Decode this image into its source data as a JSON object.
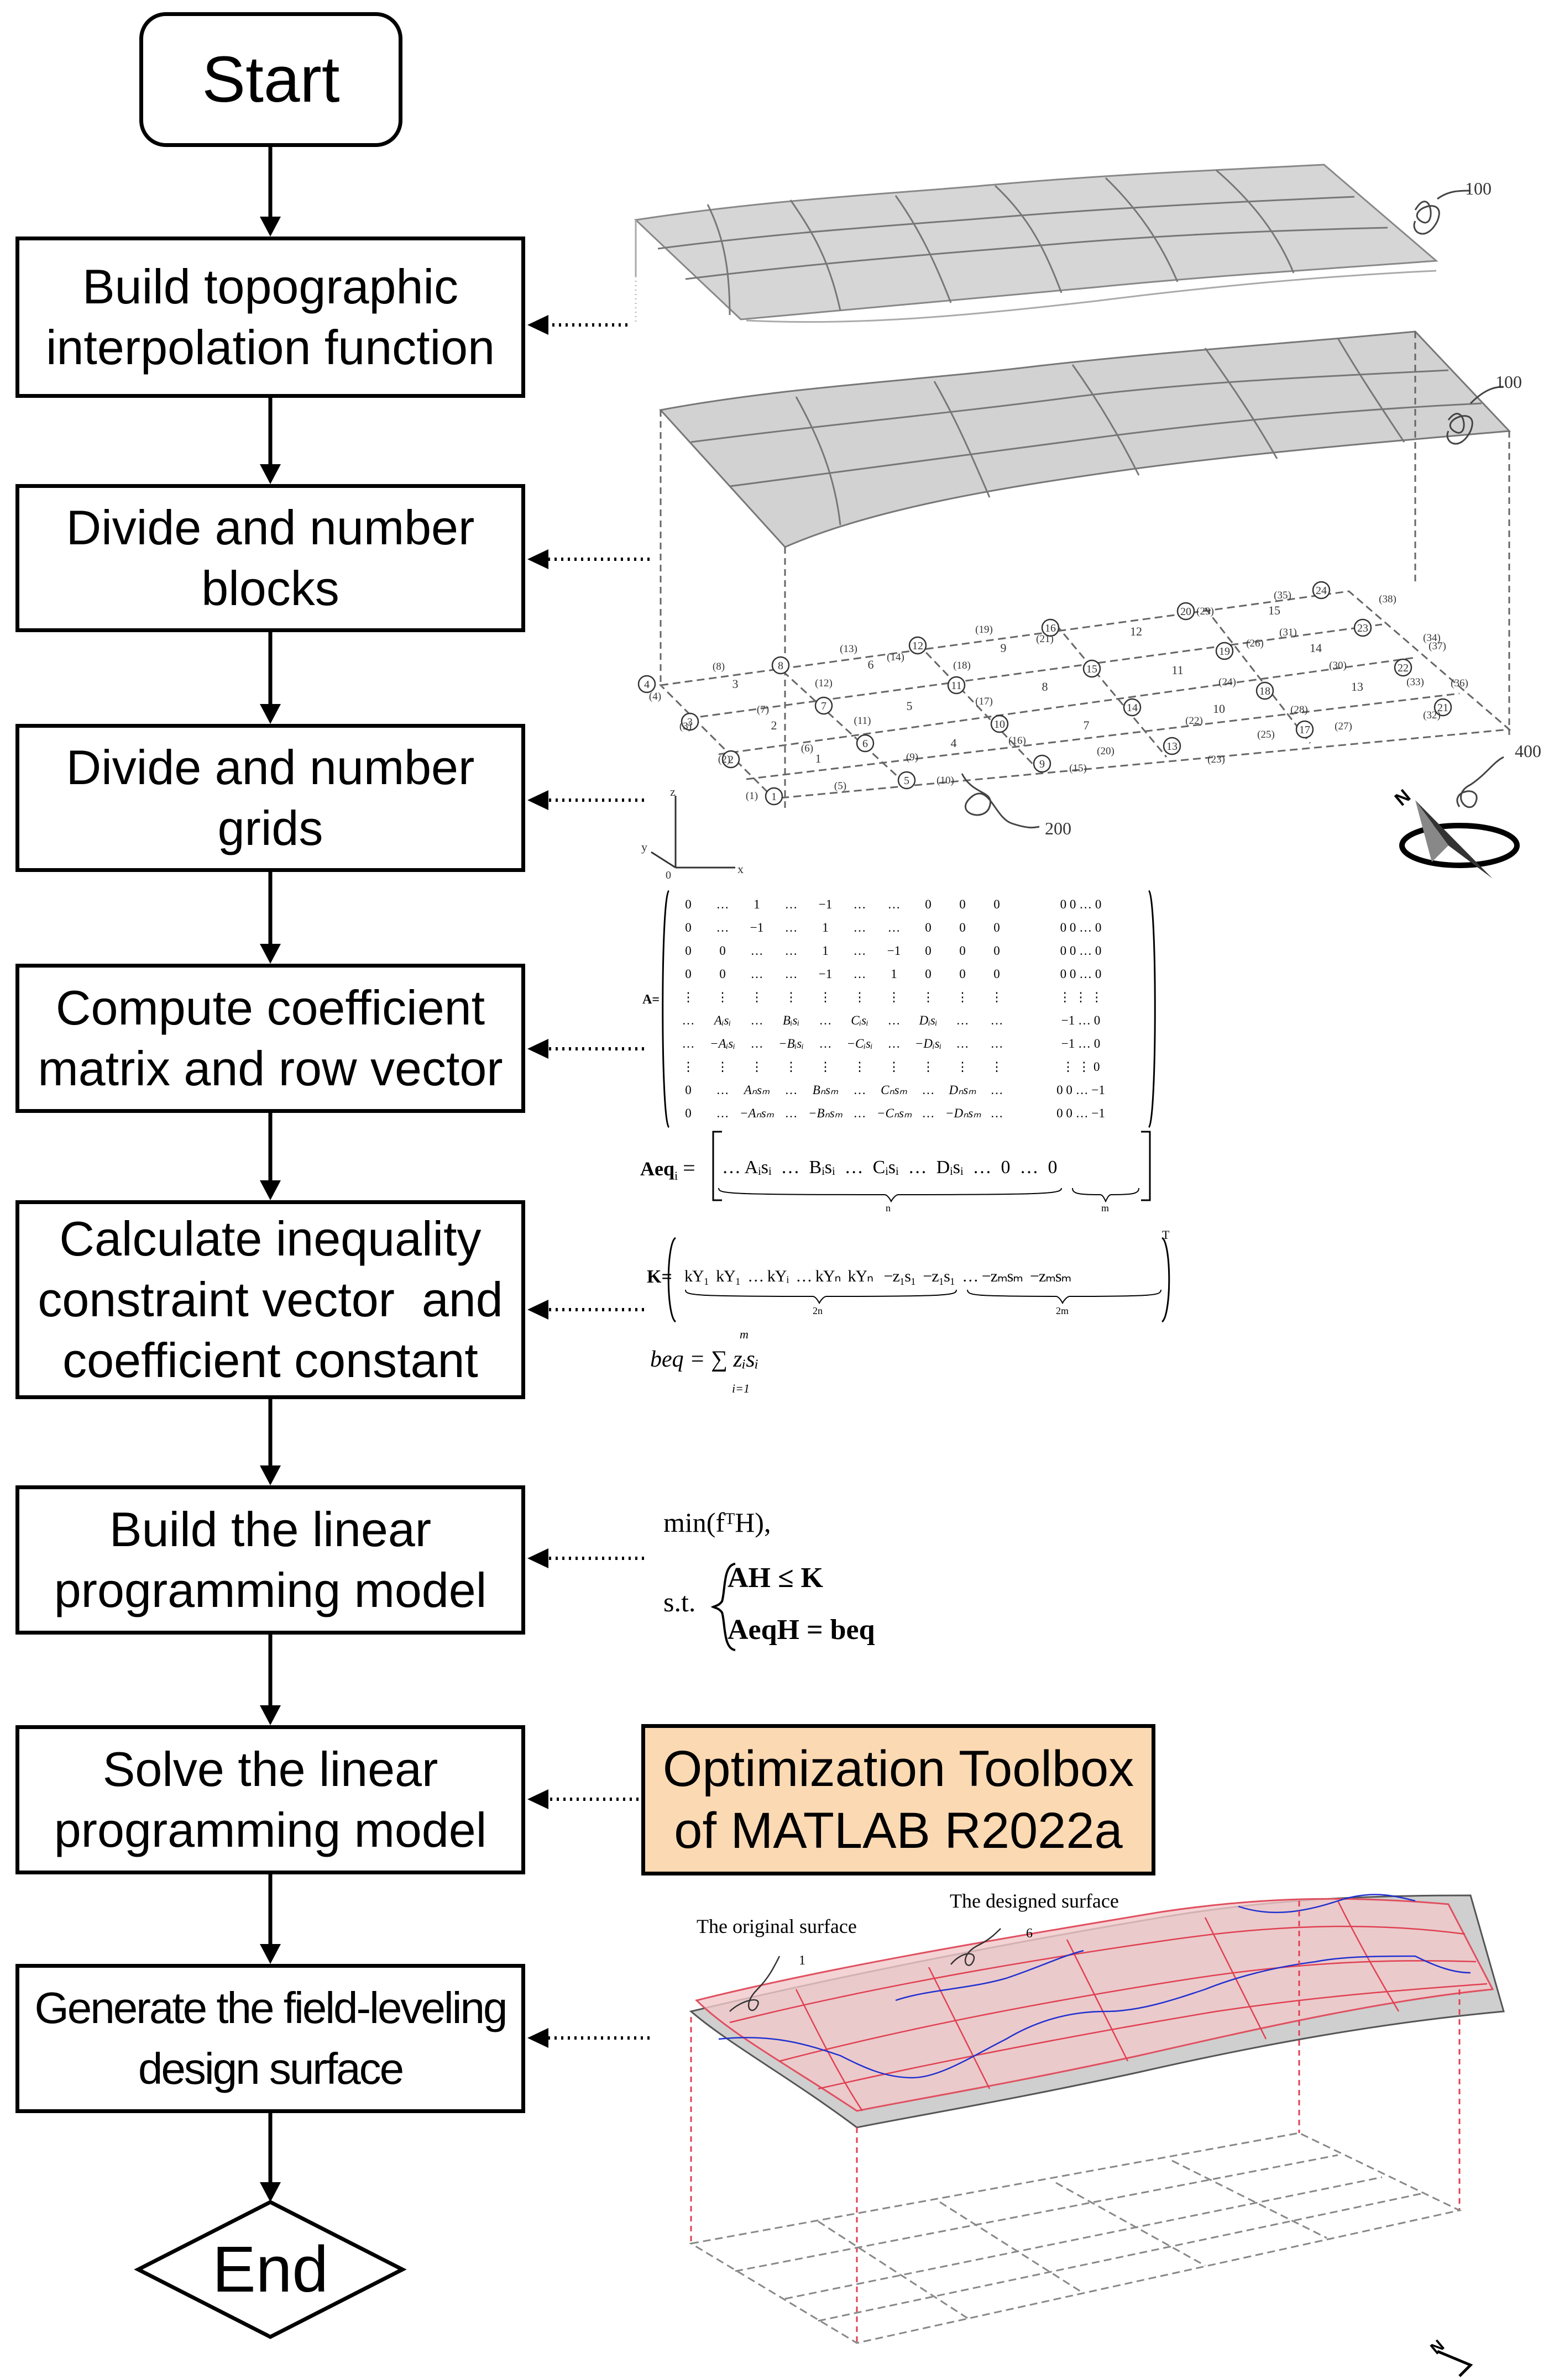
{
  "flow": {
    "start": "Start",
    "steps": [
      {
        "line1": "Build topographic",
        "line2": "interpolation function"
      },
      {
        "line1": "Divide and number",
        "line2": "blocks"
      },
      {
        "line1": "Divide and number",
        "line2": "grids"
      },
      {
        "line1": "Compute coefficient",
        "line2": "matrix and row vector"
      },
      {
        "line1": "Calculate inequality",
        "line2": "constraint vector  and",
        "line3": "coefficient constant"
      },
      {
        "line1": "Build the linear",
        "line2": "programming model"
      },
      {
        "line1": "Solve the linear",
        "line2": "programming model"
      },
      {
        "line1": "Generate the field-leveling",
        "line2": "design surface"
      }
    ],
    "end": "End"
  },
  "tool": {
    "line1": "Optimization Toolbox",
    "line2": "of MATLAB R2022a"
  },
  "figures": {
    "surface_ref": "100",
    "grid_ref": "200",
    "compass_ref": "400",
    "axes": {
      "x": "x",
      "y": "y",
      "z": "z",
      "o": "0"
    },
    "original_surface_label": "The original surface",
    "designed_surface_label": "The designed surface",
    "original_ref": "1",
    "designed_ref": "6"
  },
  "equations": {
    "A_label": "A=",
    "Aeq": "Aeq",
    "Aeq_sub": "i",
    "Aeq_row": "… Aᵢsᵢ  …  Bᵢsᵢ  …  Cᵢsᵢ  …  Dᵢsᵢ  …  0  …  0",
    "Aeq_n": "n",
    "Aeq_m": "m",
    "K_label": "K=",
    "K_row": "kY₁  kY₁  … kYᵢ  … kYₙ  kYₙ   −z₁s₁  −z₁s₁  … −zₘsₘ  −zₘsₘ",
    "K_2n": "2n",
    "K_2m": "2m",
    "K_T": "T",
    "beq": "beq = ∑ zᵢsᵢ",
    "beq_top": "m",
    "beq_bottom": "i=1",
    "lp_obj": "min(fᵀH),",
    "lp_st": "s.t.",
    "lp_c1": "AH ≤ K",
    "lp_c2": "AeqH = beq"
  },
  "matrix_rows": [
    [
      "0",
      "…",
      "1",
      "…",
      "−1",
      "…",
      "…",
      "0",
      "0",
      "0",
      "0 0 … 0"
    ],
    [
      "0",
      "…",
      "−1",
      "…",
      "1",
      "…",
      "…",
      "0",
      "0",
      "0",
      "0 0 … 0"
    ],
    [
      "0",
      "0",
      "…",
      "…",
      "1",
      "…",
      "−1",
      "0",
      "0",
      "0",
      "0 0 … 0"
    ],
    [
      "0",
      "0",
      "…",
      "…",
      "−1",
      "…",
      "1",
      "0",
      "0",
      "0",
      "0 0 … 0"
    ],
    [
      "⋮",
      "⋮",
      "⋮",
      "⋮",
      "⋮",
      "⋮",
      "⋮",
      "⋮",
      "⋮",
      "⋮",
      "⋮ ⋮ ⋮"
    ],
    [
      "…",
      "Aᵢsᵢ",
      "…",
      "Bᵢsᵢ",
      "…",
      "Cᵢsᵢ",
      "…",
      "Dᵢsᵢ",
      "…",
      "…",
      "−1 … 0"
    ],
    [
      "…",
      "−Aᵢsᵢ",
      "…",
      "−Bᵢsᵢ",
      "…",
      "−Cᵢsᵢ",
      "…",
      "−Dᵢsᵢ",
      "…",
      "…",
      "−1 … 0"
    ],
    [
      "⋮",
      "⋮",
      "⋮",
      "⋮",
      "⋮",
      "⋮",
      "⋮",
      "⋮",
      "⋮",
      "⋮",
      "⋮ ⋮ 0"
    ],
    [
      "0",
      "…",
      "Aₙsₘ",
      "…",
      "Bₙsₘ",
      "…",
      "Cₙsₘ",
      "…",
      "Dₙsₘ",
      "…",
      "0 0 … −1"
    ],
    [
      "0",
      "…",
      "−Aₙsₘ",
      "…",
      "−Bₙsₘ",
      "…",
      "−Cₙsₘ",
      "…",
      "−Dₙsₘ",
      "…",
      "0 0 … −1"
    ]
  ],
  "block_numbers": [
    "1",
    "2",
    "3",
    "4",
    "5",
    "6",
    "7",
    "8",
    "9",
    "10",
    "11",
    "12",
    "13",
    "14",
    "15"
  ],
  "grid_numbers": [
    "(1)",
    "(2)",
    "(3)",
    "(4)",
    "(5)",
    "(6)",
    "(7)",
    "(8)",
    "(9)",
    "(10)",
    "(11)",
    "(12)",
    "(13)",
    "(14)",
    "(15)",
    "(16)",
    "(17)",
    "(18)",
    "(19)",
    "(20)",
    "(21)",
    "(22)",
    "(23)",
    "(24)",
    "(25)",
    "(26)",
    "(27)",
    "(28)",
    "(29)",
    "(30)",
    "(31)",
    "(32)",
    "(33)",
    "(34)",
    "(35)",
    "(36)",
    "(37)",
    "(38)"
  ],
  "node_numbers": [
    "1",
    "2",
    "3",
    "4",
    "5",
    "6",
    "7",
    "8",
    "9",
    "10",
    "11",
    "12",
    "13",
    "14",
    "15",
    "16",
    "17",
    "18",
    "19",
    "20",
    "21",
    "22",
    "23",
    "24"
  ]
}
